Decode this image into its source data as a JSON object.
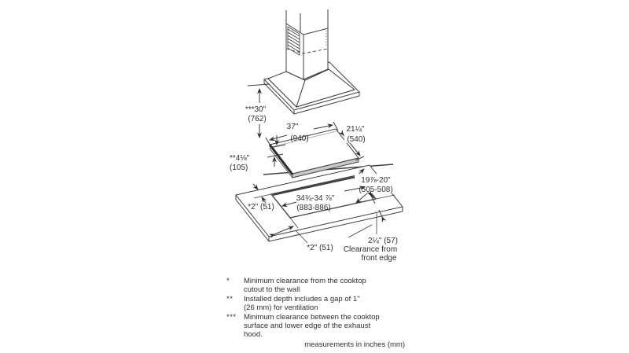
{
  "diagram": {
    "title": "cooktop-and-hood-installation-dimensions",
    "dimensions": {
      "hood_clearance": {
        "inches": "***30\"",
        "mm": "(762)"
      },
      "cooktop_width": {
        "inches": "37\"",
        "mm": "(940)"
      },
      "cooktop_depth": {
        "inches": "21¼\"",
        "mm": "(540)"
      },
      "cooktop_height": {
        "inches": "**4⅛\"",
        "mm": "(105)"
      },
      "cutout_depth": {
        "inches": "19⅞-20\"",
        "mm": "(505-508)"
      },
      "cutout_width": {
        "inches": "34¾-34 ⅞\"",
        "mm": "(883-886)"
      },
      "back_clearance": {
        "label": "*2\" (51)"
      },
      "side_clearance": {
        "label": "*2\" (51)"
      },
      "front_clearance": {
        "label": "2¼\" (57)",
        "note_line1": "Clearance from",
        "note_line2": "front edge"
      }
    },
    "footnotes": [
      {
        "marker": "*",
        "lines": [
          "Minimum clearance from the cooktop",
          "cutout to the wall"
        ]
      },
      {
        "marker": "**",
        "lines": [
          "Installed depth includes a gap of 1\"",
          "(26 mm) for ventilation"
        ]
      },
      {
        "marker": "***",
        "lines": [
          "Minimum clearance between the cooktop",
          "surface and lower edge of the exhaust",
          "hood."
        ]
      }
    ],
    "units_note": "measurements in inches (mm)"
  }
}
